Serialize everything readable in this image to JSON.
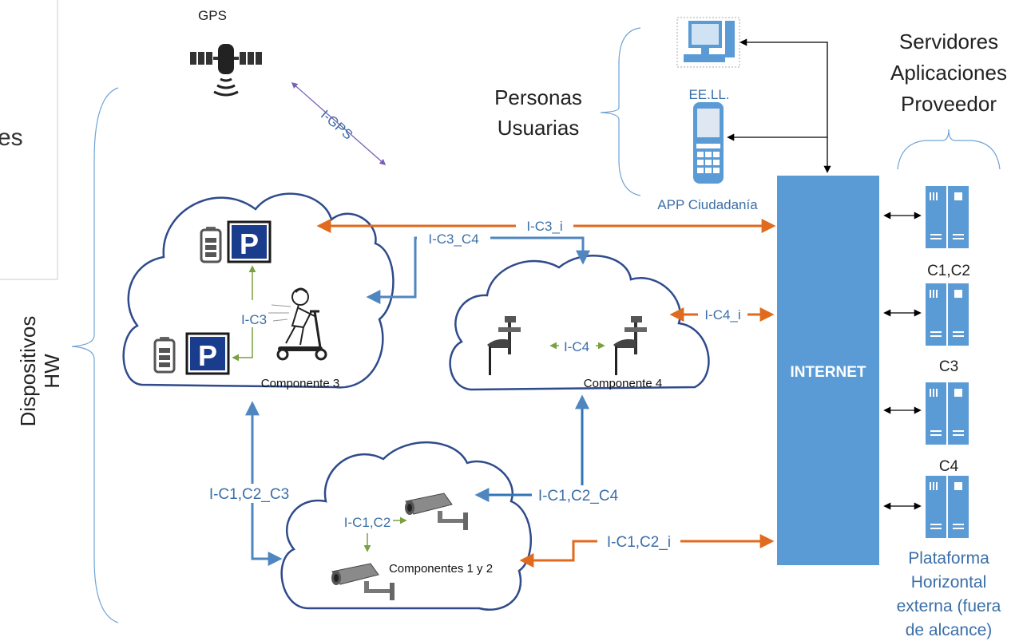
{
  "labels": {
    "gps": "GPS",
    "i_gps": "I-GPS",
    "personas_line1": "Personas",
    "personas_line2": "Usuarias",
    "eell": "EE.LL.",
    "app": "APP Ciudadanía",
    "servidores_line1": "Servidores",
    "servidores_line2": "Aplicaciones",
    "servidores_line3": "Proveedor",
    "internet": "INTERNET",
    "server_c12": "C1,C2",
    "server_c3": "C3",
    "server_c4": "C4",
    "plataforma_line1": "Plataforma",
    "plataforma_line2": "Horizontal",
    "plataforma_line3": "externa (fuera",
    "plataforma_line4": "de alcance)",
    "dispositivos_line1": "Dispositivos",
    "dispositivos_line2": "HW",
    "partial_left": "es",
    "componente3": "Componente 3",
    "componente4": "Componente 4",
    "componentes12": "Componentes 1 y 2",
    "i_c3_i": "I-C3_i",
    "i_c3_c4": "I-C3_C4",
    "i_c3": "I-C3",
    "i_c4_i": "I-C4_i",
    "i_c4": "I-C4",
    "i_c1c2_c3": "I-C1,C2_C3",
    "i_c1c2_c4": "I-C1,C2_C4",
    "i_c1c2": "I-C1,C2",
    "i_c1c2_i": "I-C1,C2_i"
  },
  "colors": {
    "cloud_stroke": "#2f4b8c",
    "blue_arrow": "#4f86c0",
    "orange_arrow": "#e06a1e",
    "green_arrow": "#7aa040",
    "purple_arrow": "#7a5fb6",
    "internet_fill": "#5b9bd5",
    "label_blue": "#3b6fa8",
    "text_dark": "#222222"
  },
  "icons": {
    "satellite": "satellite-icon",
    "computer": "computer-icon",
    "phone": "mobile-phone-icon",
    "server": "server-rack-icon",
    "parking": "parking-sign-icon",
    "battery": "battery-icon",
    "scooter": "scooter-rider-icon",
    "weather": "weather-station-icon",
    "camera": "cctv-camera-icon"
  }
}
